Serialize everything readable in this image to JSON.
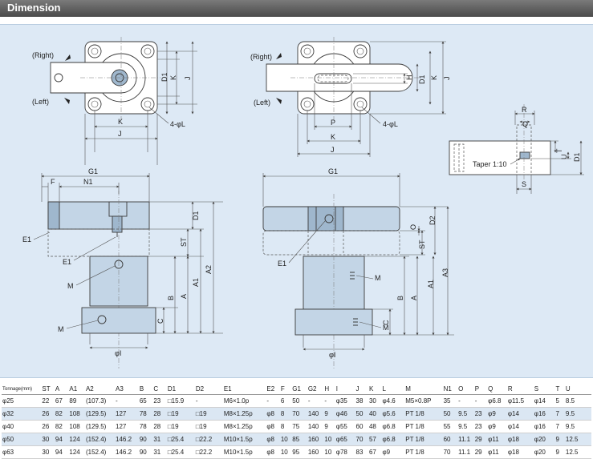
{
  "header": {
    "title": "Dimension"
  },
  "drawings": {
    "top_left": {
      "right_label": "(Right)",
      "left_label": "(Left)",
      "dims": {
        "d1": "D1",
        "k_vert": "K",
        "j_vert": "J",
        "k": "K",
        "j": "J",
        "hole": "4-φL"
      }
    },
    "top_right": {
      "right_label": "(Right)",
      "left_label": "(Left)",
      "dims": {
        "h": "H",
        "d1": "D1",
        "k_vert": "K",
        "j_vert": "J",
        "p": "P",
        "k": "K",
        "j": "J",
        "hole": "4-φL"
      }
    },
    "detail": {
      "r": "R",
      "q": "Q",
      "t": "T",
      "u": "U",
      "d1": "D1",
      "taper": "Taper 1:10",
      "s": "S"
    },
    "side_left": {
      "g1": "G1",
      "f": "F",
      "n1": "N1",
      "d1": "D1",
      "st": "ST",
      "a2": "A2",
      "a1": "A1",
      "a": "A",
      "b": "B",
      "c": "C",
      "e1a": "E1",
      "e1b": "E1",
      "m1": "M",
      "m2": "M",
      "phi_i": "φI"
    },
    "side_right": {
      "g1": "G1",
      "d2": "D2",
      "o": "O",
      "st": "ST",
      "a3": "A3",
      "a1": "A1",
      "a": "A",
      "b": "B",
      "c": "C",
      "e1": "E1",
      "m1": "M",
      "m2": "M",
      "phi_i": "φI"
    }
  },
  "table": {
    "columns": [
      "Tonnage(mm)",
      "ST",
      "A",
      "A1",
      "A2",
      "A3",
      "B",
      "C",
      "D1",
      "D2",
      "E1",
      "E2",
      "F",
      "G1",
      "G2",
      "H",
      "I",
      "J",
      "K",
      "L",
      "M",
      "N1",
      "O",
      "P",
      "Q",
      "R",
      "S",
      "T",
      "U"
    ],
    "rows": [
      [
        "φ25",
        "22",
        "67",
        "89",
        "(107.3)",
        "-",
        "65",
        "23",
        "□15.9",
        "-",
        "M6×1.0p",
        "-",
        "6",
        "50",
        "-",
        "-",
        "φ35",
        "38",
        "30",
        "φ4.6",
        "M5×0.8P",
        "35",
        "-",
        "-",
        "φ6.8",
        "φ11.5",
        "φ14",
        "5",
        "8.5"
      ],
      [
        "φ32",
        "26",
        "82",
        "108",
        "(129.5)",
        "127",
        "78",
        "28",
        "□19",
        "□19",
        "M8×1.25p",
        "φ8",
        "8",
        "70",
        "140",
        "9",
        "φ46",
        "50",
        "40",
        "φ5.6",
        "PT 1/8",
        "50",
        "9.5",
        "23",
        "φ9",
        "φ14",
        "φ16",
        "7",
        "9.5"
      ],
      [
        "φ40",
        "26",
        "82",
        "108",
        "(129.5)",
        "127",
        "78",
        "28",
        "□19",
        "□19",
        "M8×1.25p",
        "φ8",
        "8",
        "75",
        "140",
        "9",
        "φ55",
        "60",
        "48",
        "φ6.8",
        "PT 1/8",
        "55",
        "9.5",
        "23",
        "φ9",
        "φ14",
        "φ16",
        "7",
        "9.5"
      ],
      [
        "φ50",
        "30",
        "94",
        "124",
        "(152.4)",
        "146.2",
        "90",
        "31",
        "□25.4",
        "□22.2",
        "M10×1.5p",
        "φ8",
        "10",
        "85",
        "160",
        "10",
        "φ65",
        "70",
        "57",
        "φ6.8",
        "PT 1/8",
        "60",
        "11.1",
        "29",
        "φ11",
        "φ18",
        "φ20",
        "9",
        "12.5"
      ],
      [
        "φ63",
        "30",
        "94",
        "124",
        "(152.4)",
        "146.2",
        "90",
        "31",
        "□25.4",
        "□22.2",
        "M10×1.5p",
        "φ8",
        "10",
        "95",
        "160",
        "10",
        "φ78",
        "83",
        "67",
        "φ9",
        "PT 1/8",
        "70",
        "11.1",
        "29",
        "φ11",
        "φ18",
        "φ20",
        "9",
        "12.5"
      ]
    ]
  }
}
